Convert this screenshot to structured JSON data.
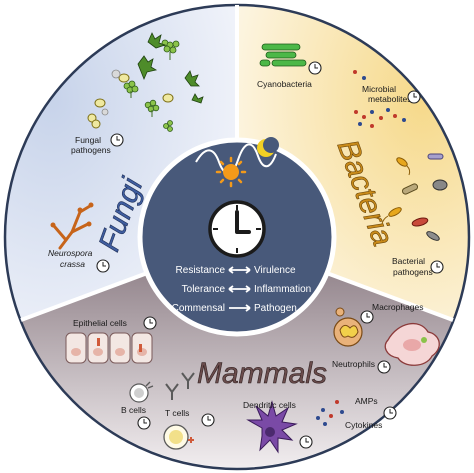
{
  "center": {
    "rows": [
      {
        "left": "Resistance",
        "right": "Virulence"
      },
      {
        "left": "Tolerance",
        "right": "Inflammation"
      },
      {
        "left": "Commensal",
        "right": "Pathogen"
      }
    ]
  },
  "sectors": {
    "fungi": {
      "title": "Fungi",
      "labels": {
        "fungal_pathogens": [
          "Fungal",
          "pathogens"
        ],
        "neurospora": [
          "Neurospora",
          "crassa"
        ]
      }
    },
    "bacteria": {
      "title": "Bacteria",
      "labels": {
        "cyanobacteria": "Cyanobacteria",
        "metabolites": [
          "Microbial",
          "metabolites"
        ],
        "bacterial_pathogens": [
          "Bacterial",
          "pathogens"
        ]
      }
    },
    "mammals": {
      "title": "Mammals",
      "labels": {
        "epithelial": "Epithelial cells",
        "macrophages": "Macrophages",
        "neutrophils": "Neutrophils",
        "amps": "AMPs",
        "cytokines": "Cytokines",
        "b_cells": "B cells",
        "t_cells": "T cells",
        "dendritic": "Dendritic cells"
      }
    }
  },
  "colors": {
    "fungi_bg": "#dfe6f2",
    "bacteria_bg": "#f8e8c4",
    "mammals_bg": "#8f7f86",
    "center_disc": "#48597a",
    "border": "#2d3b57"
  }
}
